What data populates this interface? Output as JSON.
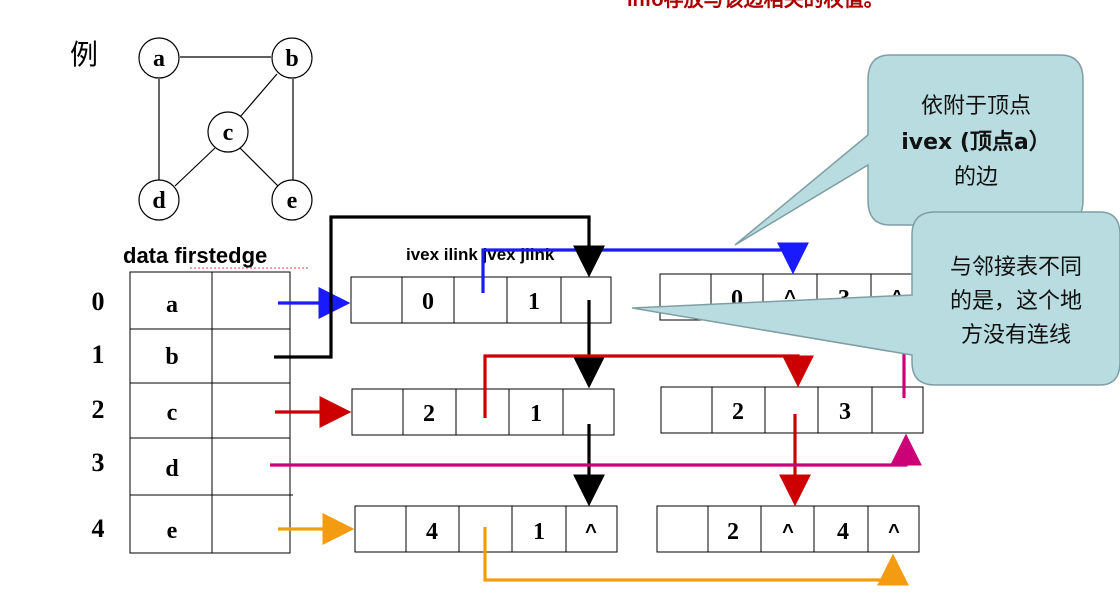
{
  "top_snippet": "info存放与该边相关的权值。",
  "example_label": "例",
  "graph": {
    "nodes": [
      {
        "id": "a",
        "label": "a"
      },
      {
        "id": "b",
        "label": "b"
      },
      {
        "id": "c",
        "label": "c"
      },
      {
        "id": "d",
        "label": "d"
      },
      {
        "id": "e",
        "label": "e"
      }
    ],
    "edges": [
      [
        "a",
        "b"
      ],
      [
        "a",
        "d"
      ],
      [
        "b",
        "c"
      ],
      [
        "b",
        "e"
      ],
      [
        "c",
        "d"
      ],
      [
        "c",
        "e"
      ]
    ]
  },
  "table": {
    "header": "data firstedge",
    "indices": [
      "0",
      "1",
      "2",
      "3",
      "4"
    ],
    "data": [
      "a",
      "b",
      "c",
      "d",
      "e"
    ]
  },
  "edge_header": "ivex ilink jvex jlink",
  "edge_nodes": [
    {
      "cells": [
        "",
        "0",
        "",
        "1",
        ""
      ]
    },
    {
      "cells": [
        "",
        "0",
        "^",
        "3",
        "^"
      ]
    },
    {
      "cells": [
        "",
        "2",
        "",
        "1",
        ""
      ]
    },
    {
      "cells": [
        "",
        "2",
        "",
        "3",
        ""
      ]
    },
    {
      "cells": [
        "",
        "4",
        "",
        "1",
        "^"
      ]
    },
    {
      "cells": [
        "",
        "2",
        "^",
        "4",
        "^"
      ]
    }
  ],
  "callout1": {
    "lines": [
      "依附于顶点",
      "ivex (顶点a）",
      "的边"
    ]
  },
  "callout2": {
    "lines": [
      "与邻接表不同",
      "的是，这个地",
      "方没有连线"
    ]
  },
  "colors": {
    "blue": "#1a1aff",
    "black": "#000000",
    "red": "#cc0000",
    "magenta": "#cc0077",
    "orange": "#f39c12",
    "callout_fill": "#b8dcdf",
    "callout_stroke": "#7f9ea3"
  }
}
